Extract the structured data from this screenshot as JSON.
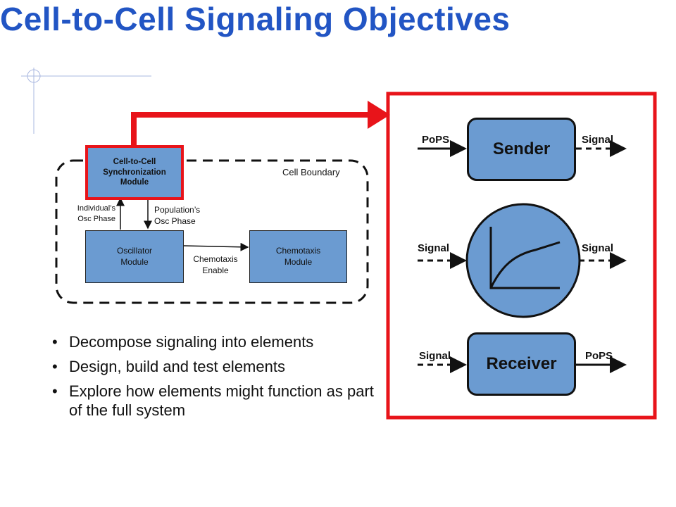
{
  "title": "Cell-to-Cell Signaling Objectives",
  "diagram": {
    "sync_module": "Cell-to-Cell\nSynchronization\nModule",
    "cell_boundary": "Cell Boundary",
    "individual_phase": "Individual’s\nOsc Phase",
    "population_phase": "Population’s\nOsc Phase",
    "oscillator_module": "Oscillator\nModule",
    "chemotaxis_enable": "Chemotaxis\nEnable",
    "chemotaxis_module": "Chemotaxis\nModule"
  },
  "bullets": [
    "Decompose signaling into elements",
    "Design, build and test elements",
    "Explore how elements might function as part of the full system"
  ],
  "panel": {
    "sender": {
      "label": "Sender",
      "input": "PoPS",
      "output": "Signal"
    },
    "middle": {
      "input": "Signal",
      "output": "Signal"
    },
    "receiver": {
      "label": "Receiver",
      "input": "Signal",
      "output": "PoPS"
    }
  },
  "colors": {
    "title": "#2255c4",
    "highlight": "#e8141a",
    "module_fill": "#6b9bd1"
  }
}
